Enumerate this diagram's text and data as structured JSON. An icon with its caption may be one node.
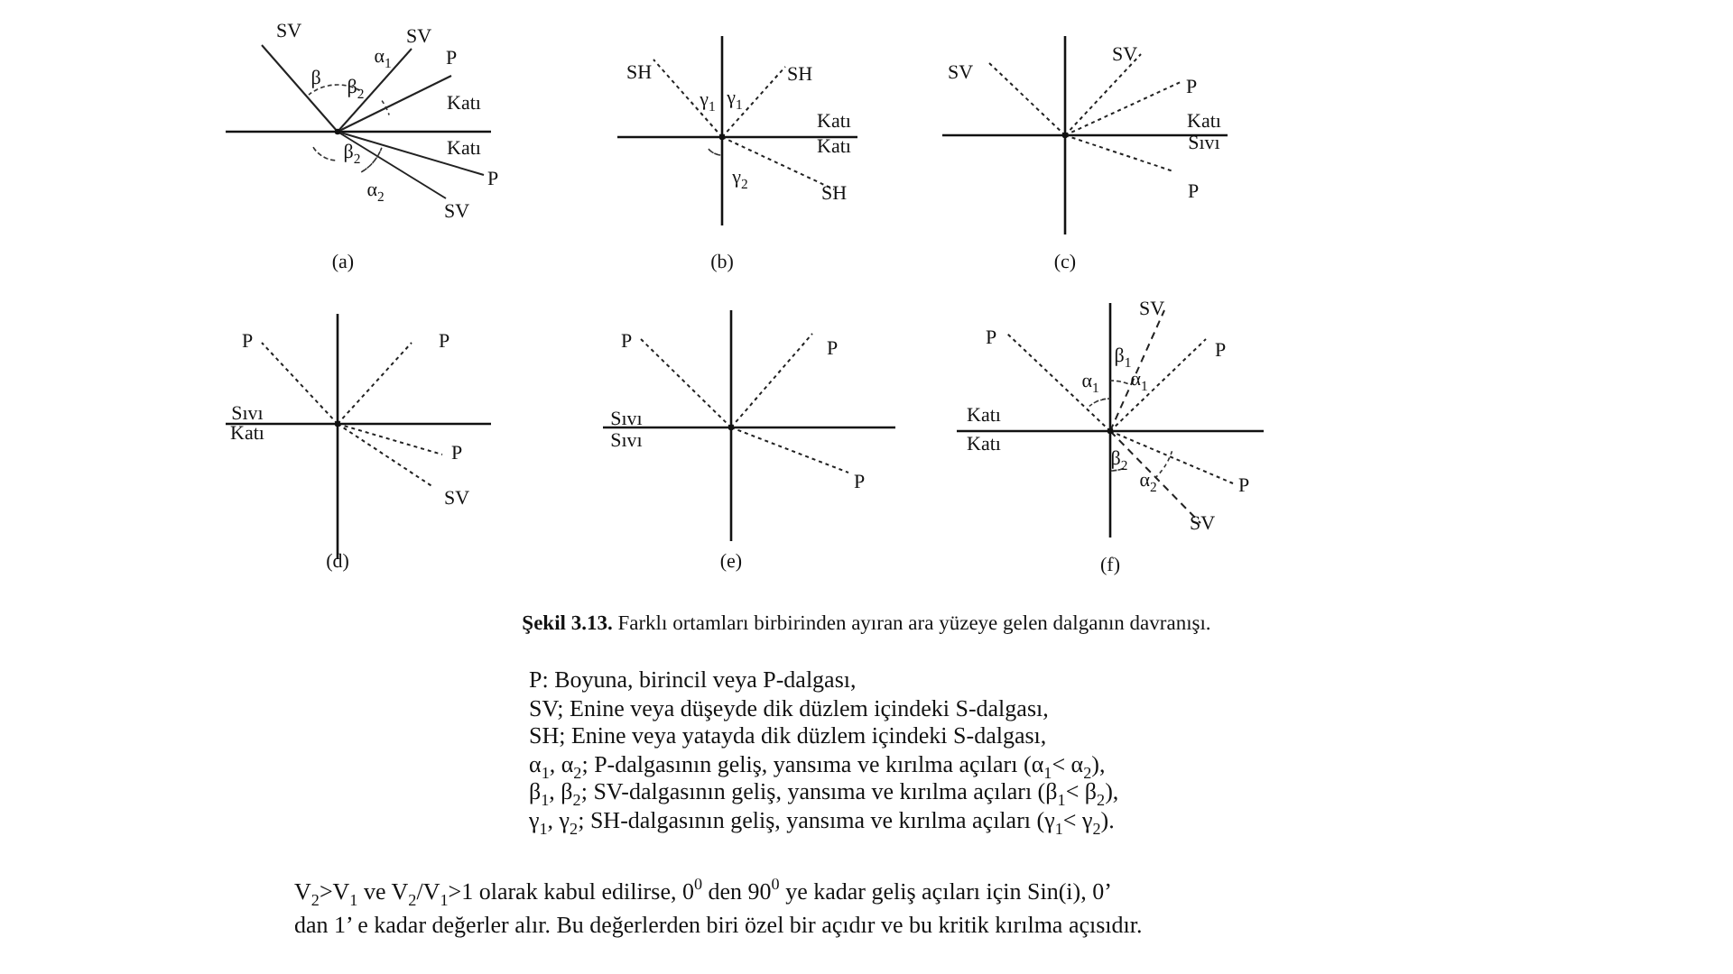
{
  "diagram": {
    "caption": "**Şekil 3.13.** Farklı ortamları birbirinden ayıran ara yüzeye gelen dalganın davranışı.",
    "labels": [
      "SV",
      "α$_{1}$",
      "SV",
      "P",
      "β",
      "β$_{2}$",
      "Katı",
      "Katı",
      "β$_{2}$",
      "P",
      "α$_{2}$",
      "SV",
      "(a)",
      "SH",
      "γ$_{1}$",
      "γ$_{1}$",
      "SH",
      "Katı",
      "Katı",
      "γ$_{2}$",
      "SH",
      "(b)",
      "SV",
      "SV",
      "P",
      "Katı",
      "Sıvı",
      "P",
      "(c)",
      "P",
      "P",
      "Sıvı",
      "Katı",
      "P",
      "SV",
      "(d)",
      "P",
      "P",
      "Sıvı",
      "Sıvı",
      "P",
      "(e)",
      "P",
      "SV",
      "β$_{1}$",
      "P",
      "α$_{1}$",
      "α$_{1}$",
      "Katı",
      "Katı",
      "β$_{2}$",
      "α$_{2}$",
      "P",
      "SV",
      "(f)",
      "P: Boyuna, birincil veya P-dalgası,",
      "SV; Enine veya düşeyde dik düzlem içindeki S-dalgası,",
      "SH; Enine veya yatayda dik düzlem içindeki S-dalgası,",
      "α$_{1}$, α$_{2}$; P-dalgasının geliş, yansıma ve kırılma açıları (α$_{1}$< α$_{2}$),",
      "β$_{1}$, β$_{2}$; SV-dalgasının geliş, yansıma ve kırılma açıları (β$_{1}$< β$_{2}$),",
      "γ$_{1}$, γ$_{2}$; SH-dalgasının geliş, yansıma ve kırılma açıları (γ$_{1}$< γ$_{2}$).",
      "V$_{2}$>V$_{1}$ ve V$_{2}$/V$_{1}$>1 olarak kabul edilirse, 0$^{0}$ den 90$^{0}$ ye kadar geliş açıları için Sin(i), 0’ dan 1’ e kadar değerler alır. Bu değerlerden biri özel bir açıdır ve bu kritik kırılma açısıdır."
    ]
  }
}
